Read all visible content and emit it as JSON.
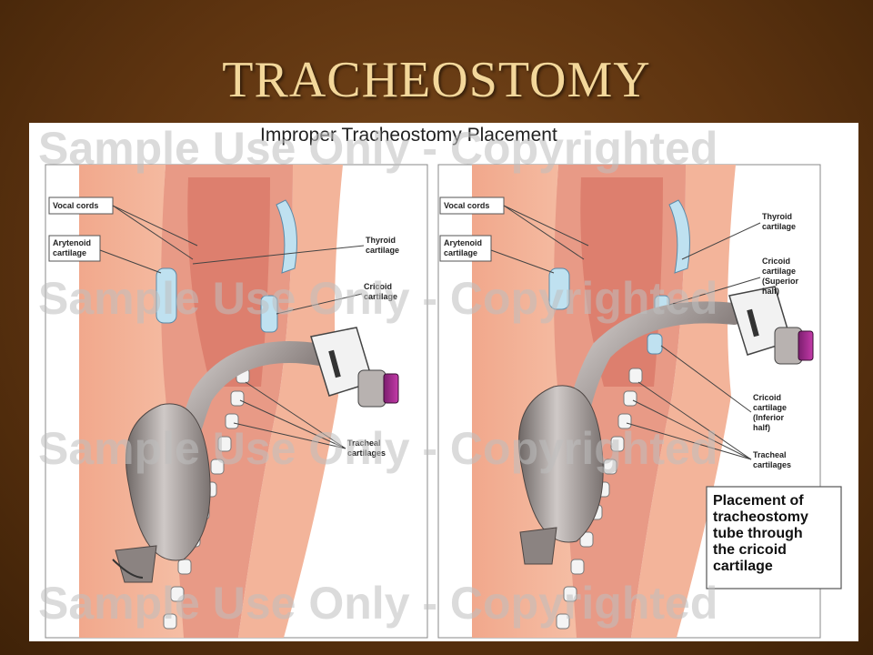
{
  "slide": {
    "title": "TRACHEOSTOMY"
  },
  "figure": {
    "title": "Improper Tracheostomy Placement",
    "watermark": "Sample Use Only - Copyrighted",
    "left_panel": {
      "labels": {
        "vocal_cords": "Vocal cords",
        "arytenoid_1": "Arytenoid",
        "arytenoid_2": "cartilage",
        "thyroid_1": "Thyroid",
        "thyroid_2": "cartilage",
        "cricoid_1": "Cricoid",
        "cricoid_2": "cartilage",
        "tracheal_1": "Tracheal",
        "tracheal_2": "cartilages"
      }
    },
    "right_panel": {
      "labels": {
        "vocal_cords": "Vocal cords",
        "arytenoid_1": "Arytenoid",
        "arytenoid_2": "cartilage",
        "thyroid_1": "Thyroid",
        "thyroid_2": "cartilage",
        "cricoid_sup_1": "Cricoid",
        "cricoid_sup_2": "cartilage",
        "cricoid_sup_3": "(Superior",
        "cricoid_sup_4": "half)",
        "cricoid_inf_1": "Cricoid",
        "cricoid_inf_2": "cartilage",
        "cricoid_inf_3": "(Inferior",
        "cricoid_inf_4": "half)",
        "tracheal_1": "Tracheal",
        "tracheal_2": "cartilages"
      },
      "caption": {
        "line1": "Placement of",
        "line2": "tracheostomy",
        "line3": "tube through",
        "line4": "the cricoid",
        "line5": "cartilage"
      }
    }
  }
}
